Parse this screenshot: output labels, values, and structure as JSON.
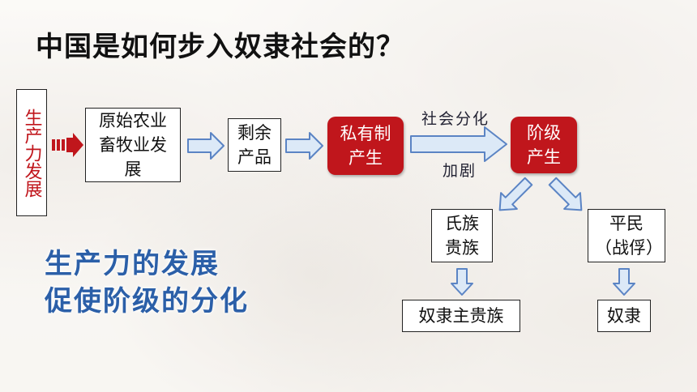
{
  "title": "中国是如何步入奴隶社会的？",
  "nodes": {
    "productivity": "生产力发展",
    "agriculture": "原始农业畜牧业发展",
    "surplus": "剩余产品",
    "private": "私有制产生",
    "classes": "阶级产生",
    "nobles": "氏族贵族",
    "commoners": "平民（战俘）",
    "slave_owners": "奴隶主贵族",
    "slaves": "奴隶"
  },
  "labels": {
    "social_division": "社会分化",
    "intensify": "加剧"
  },
  "conclusion": {
    "line1": "生产力的发展",
    "line2": "促使阶级的分化"
  },
  "colors": {
    "red_box": "#c0161c",
    "arrow_fill": "#dce9f7",
    "arrow_stroke": "#5b84c4",
    "conclusion_text": "#2b5fa8"
  }
}
